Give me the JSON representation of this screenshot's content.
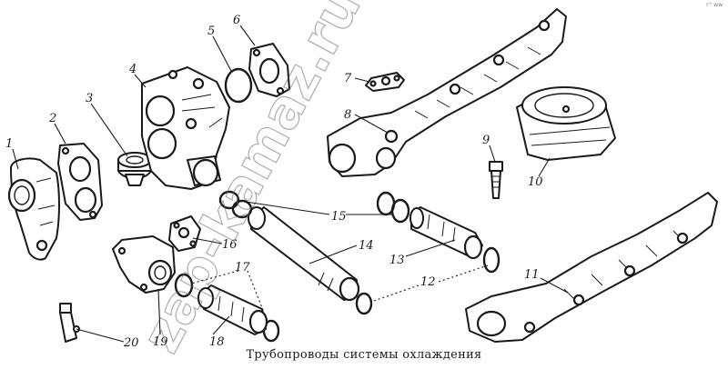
{
  "caption": "Трубопроводы системы охлаждения",
  "watermark": "zap-kamaz.ru",
  "corner_mark": "г°  ww",
  "callouts": [
    {
      "id": "1",
      "label": "1"
    },
    {
      "id": "2",
      "label": "2"
    },
    {
      "id": "3",
      "label": "3"
    },
    {
      "id": "4",
      "label": "4"
    },
    {
      "id": "5",
      "label": "5"
    },
    {
      "id": "6",
      "label": "6"
    },
    {
      "id": "7",
      "label": "7"
    },
    {
      "id": "8",
      "label": "8"
    },
    {
      "id": "9",
      "label": "9"
    },
    {
      "id": "10",
      "label": "10"
    },
    {
      "id": "11",
      "label": "11"
    },
    {
      "id": "12",
      "label": "12"
    },
    {
      "id": "13",
      "label": "13"
    },
    {
      "id": "14",
      "label": "14"
    },
    {
      "id": "15",
      "label": "15"
    },
    {
      "id": "16",
      "label": "16"
    },
    {
      "id": "17",
      "label": "17"
    },
    {
      "id": "18",
      "label": "18"
    },
    {
      "id": "19",
      "label": "19"
    },
    {
      "id": "20",
      "label": "20"
    }
  ]
}
